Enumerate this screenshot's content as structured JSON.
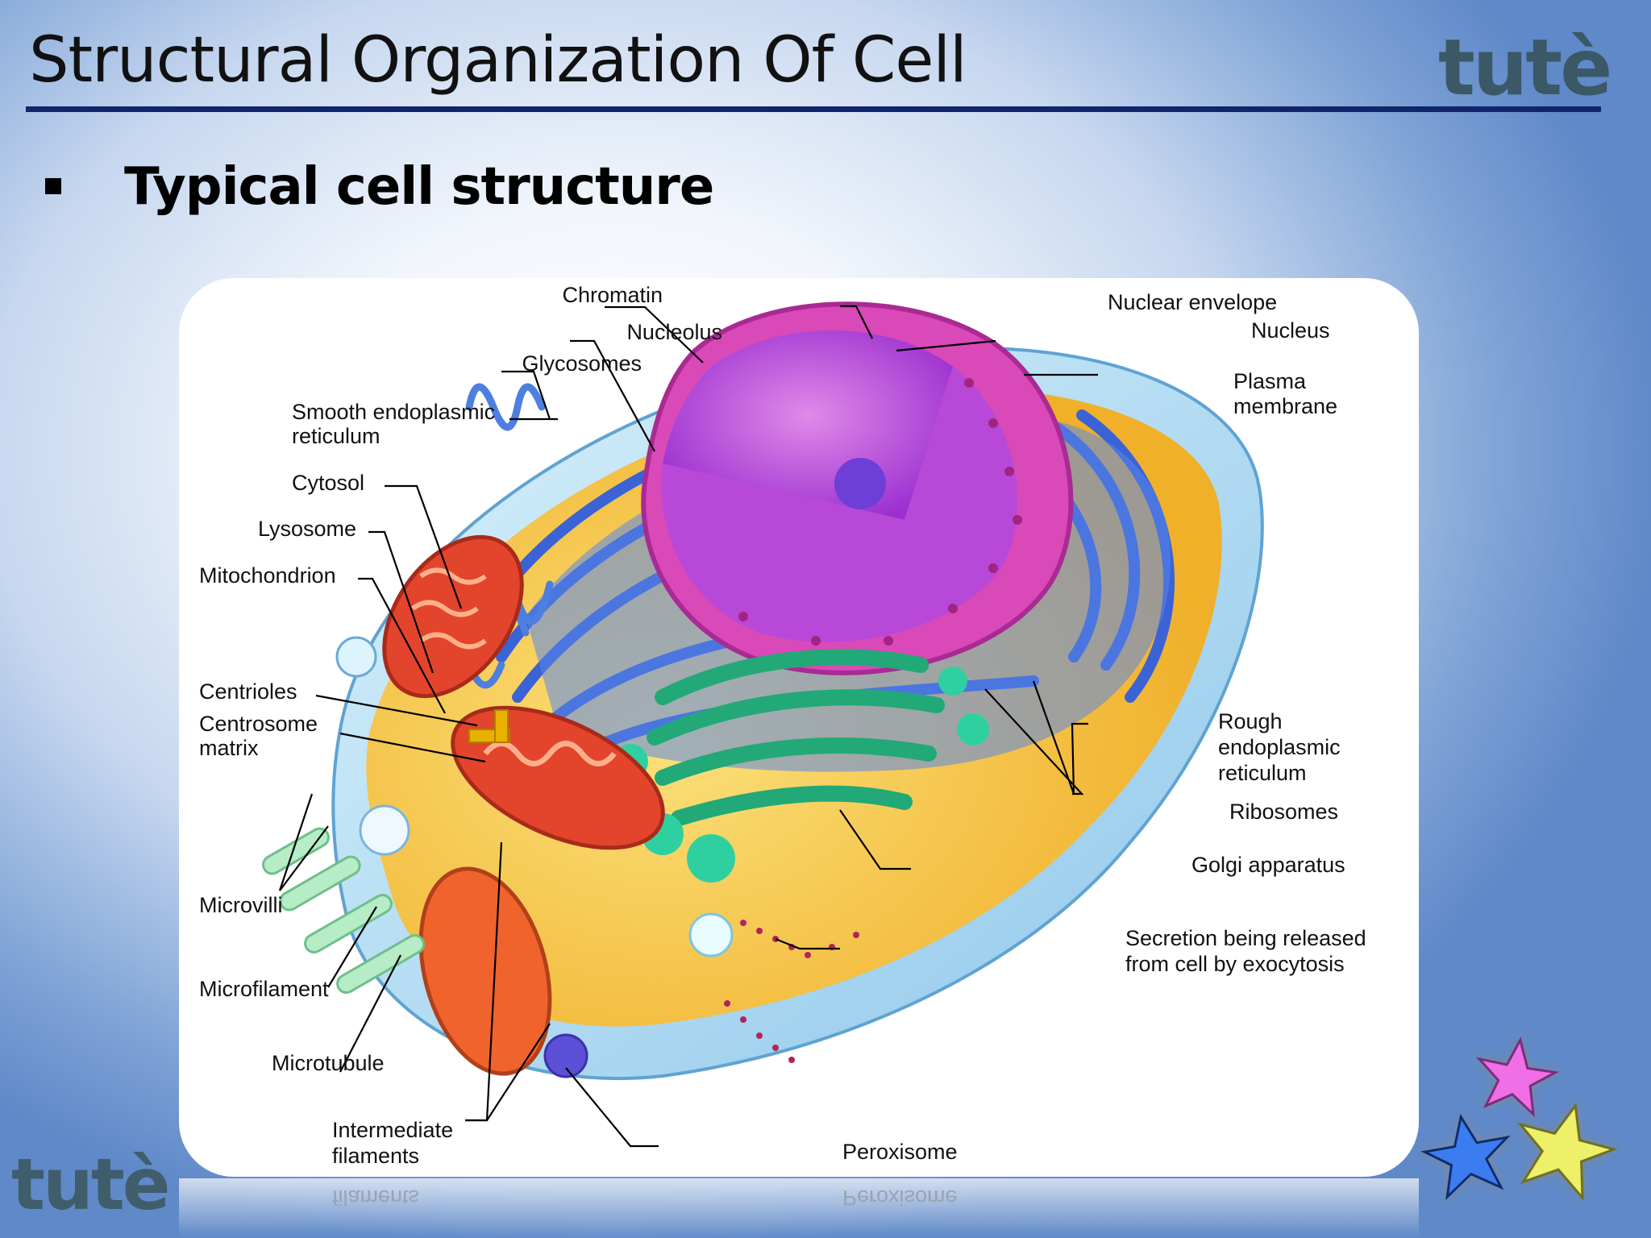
{
  "slide": {
    "title": "Structural Organization Of Cell",
    "logo_text": "tutè",
    "bullet": "Typical cell structure"
  },
  "figure": {
    "labels": {
      "chromatin": "Chromatin",
      "nucleolus": "Nucleolus",
      "glycosomes": "Glycosomes",
      "smooth_er_1": "Smooth endoplasmic",
      "smooth_er_2": "reticulum",
      "cytosol": "Cytosol",
      "lysosome": "Lysosome",
      "mitochondrion": "Mitochondrion",
      "centrioles": "Centrioles",
      "centrosome_1": "Centrosome",
      "centrosome_2": "matrix",
      "microvilli": "Microvilli",
      "microfilament": "Microfilament",
      "microtubule": "Microtubule",
      "intermediate_1": "Intermediate",
      "intermediate_2": "filaments",
      "nuclear_envelope": "Nuclear envelope",
      "nucleus": "Nucleus",
      "plasma_1": "Plasma",
      "plasma_2": "membrane",
      "rough_er_1": "Rough",
      "rough_er_2": "endoplasmic",
      "rough_er_3": "reticulum",
      "ribosomes": "Ribosomes",
      "golgi": "Golgi apparatus",
      "secretion_1": "Secretion being released",
      "secretion_2": "from cell by exocytosis",
      "peroxisome": "Peroxisome"
    }
  },
  "colors": {
    "title_rule": "#10256c",
    "logo": "#3a5866",
    "nucleus": "#c63fb0",
    "er": "#3b63d6",
    "golgi": "#2fc08a",
    "mitochondria": "#e2452c",
    "cytoplasm": "#f3c43a",
    "membrane": "#bfe3f5"
  },
  "decorations": {
    "stars": [
      "magenta-star",
      "blue-star",
      "yellow-star"
    ]
  }
}
